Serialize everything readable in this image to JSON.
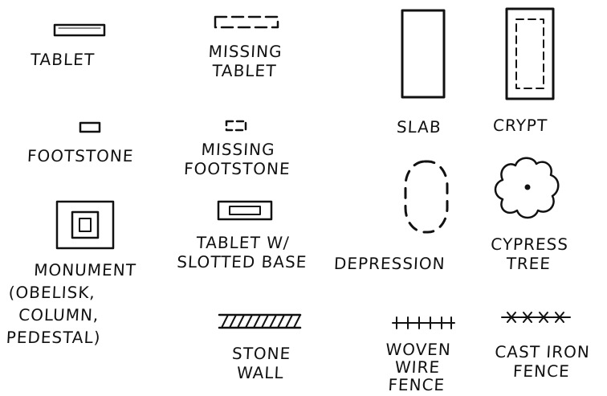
{
  "legend": [
    {
      "id": "tablet",
      "label": "TABLET"
    },
    {
      "id": "missing_tablet",
      "label_lines": [
        "MISSING",
        "TABLET"
      ]
    },
    {
      "id": "slab",
      "label": "SLAB"
    },
    {
      "id": "crypt",
      "label": "CRYPT"
    },
    {
      "id": "footstone",
      "label": "FOOTSTONE"
    },
    {
      "id": "missing_footstone",
      "label_lines": [
        "MISSING",
        "FOOTSTONE"
      ]
    },
    {
      "id": "monument",
      "label_lines": [
        "MONUMENT",
        "(OBELISK,",
        "COLUMN,",
        "PEDESTAL)"
      ]
    },
    {
      "id": "tablet_slotted_base",
      "label_lines": [
        "TABLET W/",
        "SLOTTED BASE"
      ]
    },
    {
      "id": "depression",
      "label": "DEPRESSION"
    },
    {
      "id": "cypress_tree",
      "label_lines": [
        "CYPRESS",
        "TREE"
      ]
    },
    {
      "id": "stone_wall",
      "label_lines": [
        "STONE",
        "WALL"
      ]
    },
    {
      "id": "woven_wire_fence",
      "label_lines": [
        "WOVEN",
        "WIRE",
        "FENCE"
      ]
    },
    {
      "id": "cast_iron_fence",
      "label_lines": [
        "CAST IRON",
        "FENCE"
      ]
    }
  ]
}
